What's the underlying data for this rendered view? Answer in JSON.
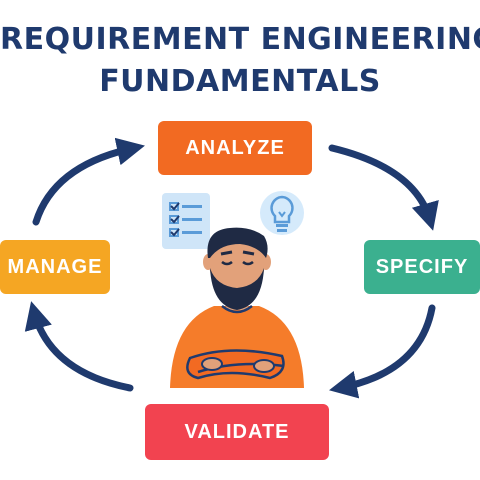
{
  "title": {
    "line1": "REQUIREMENT ENGINEERING",
    "line2": "FUNDAMENTALS"
  },
  "stages": {
    "analyze": "ANALYZE",
    "specify": "SPECIFY",
    "validate": "VALIDATE",
    "manage": "MANAGE"
  },
  "colors": {
    "title": "#1f3a6e",
    "analyze": "#f26a22",
    "specify": "#3bb08f",
    "validate": "#f24350",
    "manage": "#f5a623",
    "arrows": "#1f3a6e",
    "icons": "#9ec9ee"
  },
  "icons": [
    "checklist-icon",
    "lightbulb-icon"
  ]
}
